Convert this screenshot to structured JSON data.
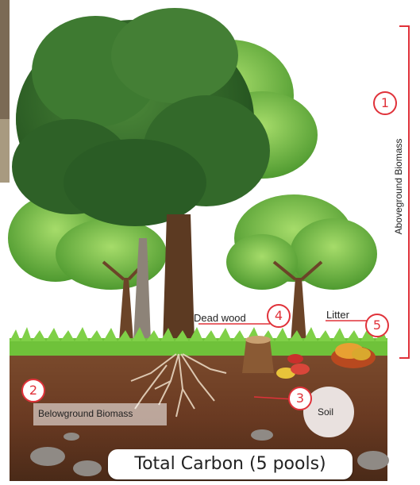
{
  "title": "Total Carbon (5 pools)",
  "labels": {
    "aboveground": "Aboveground Biomass",
    "belowground": "Belowground Biomass",
    "soil": "Soil",
    "deadwood": "Dead wood",
    "litter": "Litter"
  },
  "pools": [
    {
      "number": "1"
    },
    {
      "number": "2"
    },
    {
      "number": "3"
    },
    {
      "number": "4"
    },
    {
      "number": "5"
    }
  ],
  "colors": {
    "accent": "#e0323a",
    "foliage_dark": "#2f6b2a",
    "foliage_light": "#7cc44c",
    "soil": "#6b3a22",
    "grass": "#6fc23a"
  }
}
